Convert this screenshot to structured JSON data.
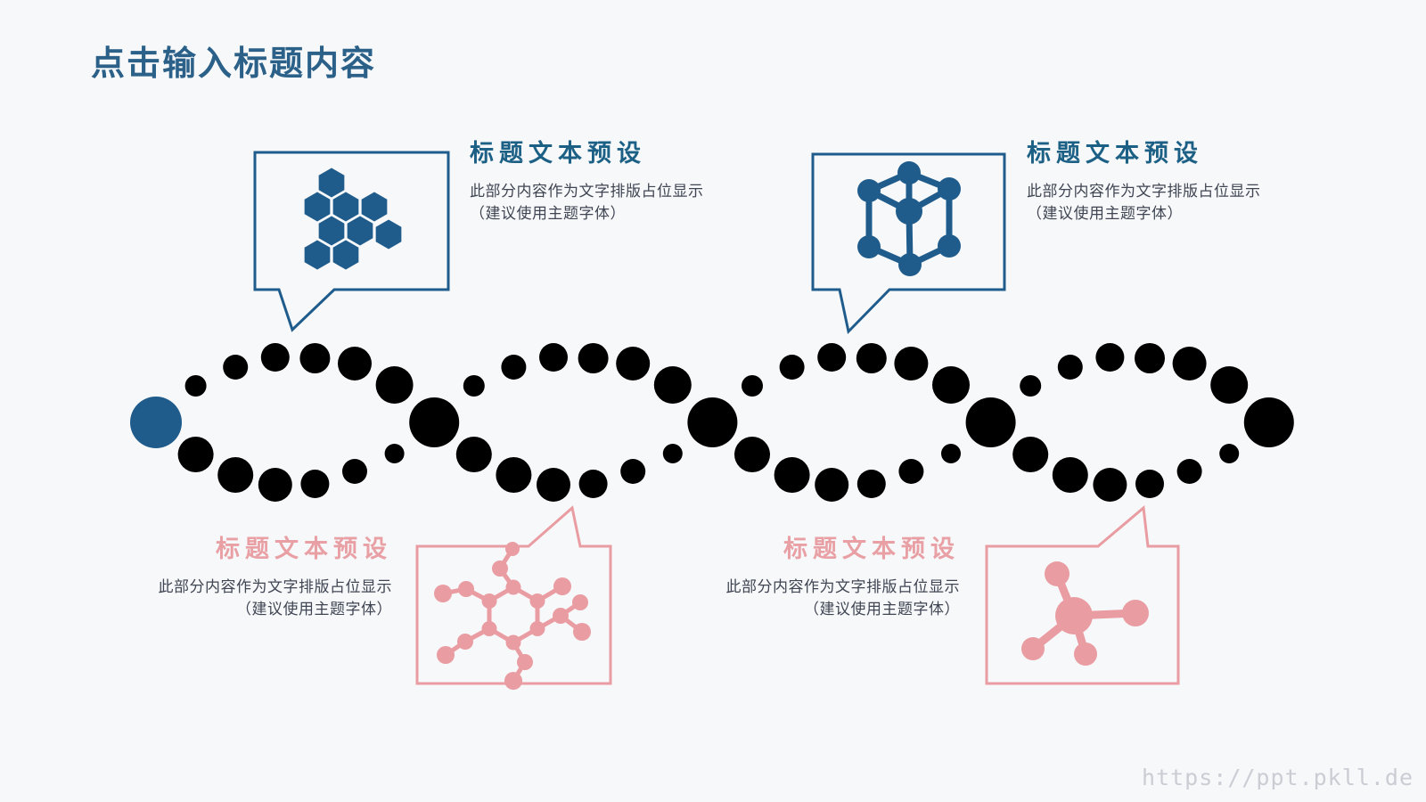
{
  "slide": {
    "title": "点击输入标题内容",
    "watermark": "https://ppt.pkll.de"
  },
  "colors": {
    "primary_blue": "#1f5c8c",
    "accent_pink": "#e99ca1",
    "title_blue": "#2b6189",
    "heading_blue": "#1d6086",
    "heading_pink": "#e8a0a5",
    "body_text": "#3f4552",
    "watermark_gray": "#cbccd4",
    "background": "#f7f8fa"
  },
  "callouts": [
    {
      "position": "top-left",
      "accent": "blue",
      "icon": "hexagon-cluster-icon",
      "heading": "标题文本预设",
      "body_line1": "此部分内容作为文字排版占位显示",
      "body_line2": "（建议使用主题字体）"
    },
    {
      "position": "top-right",
      "accent": "blue",
      "icon": "cube-lattice-icon",
      "heading": "标题文本预设",
      "body_line1": "此部分内容作为文字排版占位显示",
      "body_line2": "（建议使用主题字体）"
    },
    {
      "position": "bottom-left",
      "accent": "pink",
      "icon": "molecule-ring-icon",
      "heading": "标题文本预设",
      "body_line1": "此部分内容作为文字排版占位显示",
      "body_line2": "（建议使用主题字体）"
    },
    {
      "position": "bottom-right",
      "accent": "pink",
      "icon": "molecule-branch-icon",
      "heading": "标题文本预设",
      "body_line1": "此部分内容作为文字排版占位显示",
      "body_line2": "（建议使用主题字体）"
    }
  ]
}
